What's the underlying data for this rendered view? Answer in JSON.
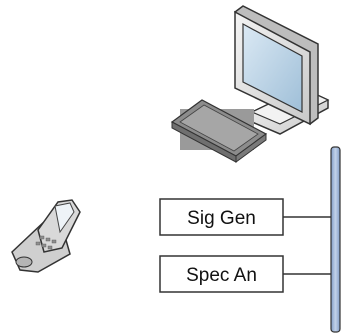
{
  "diagram": {
    "instruments": [
      {
        "label": "Sig Gen",
        "icon": "signal-generator-box"
      },
      {
        "label": "Spec An",
        "icon": "spectrum-analyzer-box"
      }
    ],
    "devices": [
      {
        "icon": "computer-monitor-icon"
      },
      {
        "icon": "keyboard-icon"
      },
      {
        "icon": "mobile-phone-icon"
      }
    ],
    "colors": {
      "bus": "#9cb3d6",
      "monitor_body": "#e6e6e6",
      "screen": "#c7dceb",
      "outline": "#333333"
    }
  }
}
